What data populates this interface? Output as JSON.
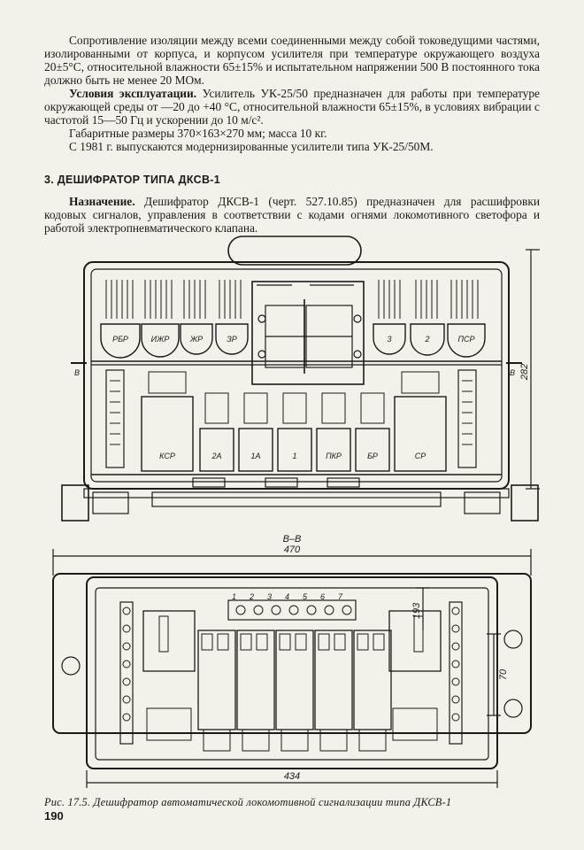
{
  "paragraphs": {
    "p1": "Сопротивление изоляции между всеми соединенными между собой токоведущими частями, изолированными от корпуса, и корпусом усилителя при температуре окружающего воздуха 20±5°С, относительной влажности 65±15% и испытательном напряжении 500 В постоянного тока должно быть не менее 20 МОм.",
    "p2_bold": "Условия эксплуатации.",
    "p2": " Усилитель УК-25/50 предназначен для работы при температуре окружающей среды от —20 до +40 °С, относительной влажности 65±15%, в условиях вибрации с частотой 15—50 Гц и ускорении до 10 м/с².",
    "p3": "Габаритные размеры 370×163×270 мм; масса 10 кг.",
    "p4": "С 1981 г. выпускаются модернизированные усилители типа УК-25/50М."
  },
  "section": {
    "heading": "3. ДЕШИФРАТОР ТИПА ДКСВ-1",
    "purpose_bold": "Назначение.",
    "purpose": " Дешифратор ДКСВ-1 (черт. 527.10.85) предназначен для расшифровки кодовых сигналов, управления в соответствии с кодами огнями локомотивного светофора и работой электропневматического клапана."
  },
  "figure": {
    "top_relays": [
      "РБР",
      "ИЖР",
      "ЖР",
      "ЗР",
      "3",
      "2",
      "ПСР"
    ],
    "bottom_relays": [
      "КСР",
      "2А",
      "1А",
      "1",
      "ПКР",
      "БР",
      "СР"
    ],
    "section_mark_left": "В",
    "section_mark_right": "В",
    "section_title": "В–В",
    "dim_height": "282",
    "dim_width_top": "470",
    "dim_width_bottom": "434",
    "dim_193": "193",
    "dim_70": "70",
    "terminals": [
      "1",
      "2",
      "3",
      "4",
      "5",
      "6",
      "7"
    ]
  },
  "caption": "Рис. 17.5. Дешифратор автоматической локомотивной сигнализации типа ДКСВ-1",
  "page_number": "190"
}
